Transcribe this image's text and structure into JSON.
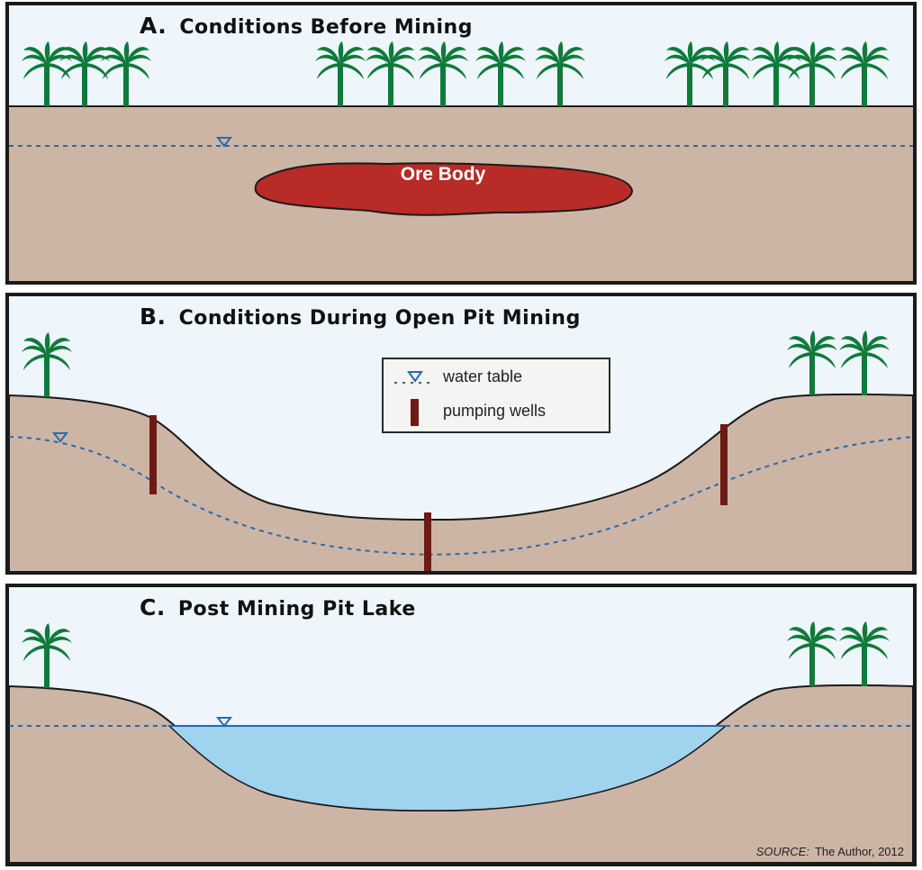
{
  "panels": {
    "a": {
      "letter": "A.",
      "title": "Conditions Before Mining",
      "ore_label": "Ore Body"
    },
    "b": {
      "letter": "B.",
      "title": "Conditions During Open Pit Mining"
    },
    "c": {
      "letter": "C.",
      "title": "Post Mining Pit Lake"
    }
  },
  "legend": {
    "water_table": "water table",
    "pumping_wells": "pumping wells"
  },
  "source": {
    "label": "SOURCE:",
    "text": "The Author, 2012"
  },
  "colors": {
    "sky": "#eef6fc",
    "ground": "#cdb5a6",
    "ore": "#b82b26",
    "water_table": "#2a6aa8",
    "pit_lake": "#9fd3ee",
    "well": "#6e1a14",
    "palm": "#0f7a3a"
  },
  "icons": [
    "palm-tree-icon",
    "water-table-marker-icon",
    "pumping-well-icon"
  ]
}
